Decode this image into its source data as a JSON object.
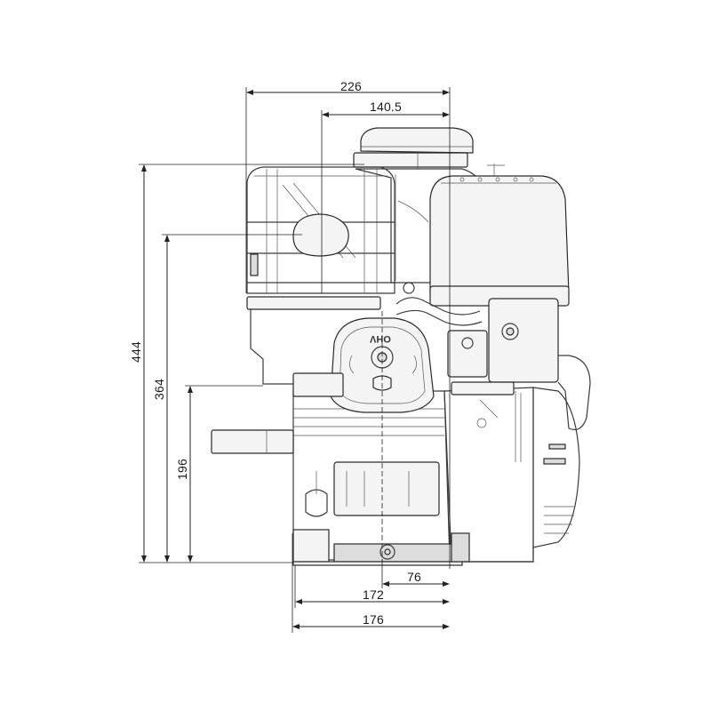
{
  "drawing": {
    "subject": "engine-dimension-drawing",
    "brand_mark": "OHV",
    "units_note": ""
  },
  "dimensions": {
    "top_width_total": "226",
    "top_width_partial": "140.5",
    "height_total": "444",
    "height_tank_mount": "364",
    "height_shaft_center": "196",
    "bottom_base_partial": "76",
    "bottom_base_mid": "172",
    "bottom_base_total": "176"
  }
}
